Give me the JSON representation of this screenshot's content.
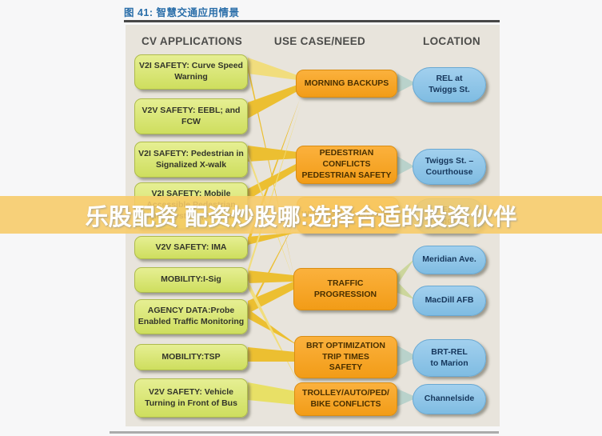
{
  "figure_caption": "图 41: 智慧交通应用情景",
  "columns": {
    "applications": "CV APPLICATIONS",
    "use_case": "USE CASE/NEED",
    "location": "LOCATION"
  },
  "applications": [
    {
      "label": "V2I SAFETY: Curve Speed\nWarning"
    },
    {
      "label": "V2V SAFETY: EEBL; and\nFCW"
    },
    {
      "label": "V2I SAFETY: Pedestrian in\nSignalized X-walk"
    },
    {
      "label": "V2I SAFETY: Mobile\nAccessible Pedestrian\nSignal System (PED-SIG)"
    },
    {
      "label": "V2V SAFETY: IMA"
    },
    {
      "label": "MOBILITY:I-Sig"
    },
    {
      "label": "AGENCY DATA:Probe\nEnabled Traffic Monitoring"
    },
    {
      "label": "MOBILITY:TSP"
    },
    {
      "label": "V2V SAFETY: Vehicle\nTurning in Front of Bus"
    }
  ],
  "use_cases": [
    {
      "label": "MORNING BACKUPS"
    },
    {
      "label": "PEDESTRIAN\nCONFLICTS\nPEDESTRIAN SAFETY"
    },
    {
      "label": "WRONG WAY ENTRIES"
    },
    {
      "label": "TRAFFIC\nPROGRESSION"
    },
    {
      "label": "BRT OPTIMIZATION\nTRIP TIMES\nSAFETY"
    },
    {
      "label": "TROLLEY/AUTO/PED/\nBIKE CONFLICTS"
    }
  ],
  "locations": [
    {
      "label": "REL at\nTwiggs St."
    },
    {
      "label": "Twiggs St. –\nCourthouse"
    },
    {
      "label": "REL at\nTwiggs St."
    },
    {
      "label": "Meridian Ave."
    },
    {
      "label": "MacDill AFB"
    },
    {
      "label": "BRT-REL\nto Marion"
    },
    {
      "label": "Channelside"
    }
  ],
  "edges": {
    "app_to_usecase": [
      [
        0,
        0
      ],
      [
        1,
        0
      ],
      [
        0,
        3
      ],
      [
        2,
        1
      ],
      [
        3,
        1
      ],
      [
        2,
        3
      ],
      [
        4,
        2
      ],
      [
        4,
        0
      ],
      [
        5,
        3
      ],
      [
        5,
        0
      ],
      [
        6,
        3
      ],
      [
        6,
        4
      ],
      [
        6,
        2
      ],
      [
        5,
        5
      ],
      [
        7,
        4
      ],
      [
        8,
        5
      ]
    ],
    "usecase_to_location": [
      [
        0,
        0
      ],
      [
        1,
        1
      ],
      [
        2,
        2
      ],
      [
        3,
        3
      ],
      [
        3,
        4
      ],
      [
        4,
        5
      ],
      [
        5,
        6
      ]
    ]
  },
  "watermark": {
    "text": "乐股配资 配资炒股哪:选择合适的投资伙伴"
  },
  "colors": {
    "panel_background": "#e8e4dc",
    "application_box": "#d7e676",
    "use_case_box": "#f6a527",
    "location_box": "#8fc5e9",
    "connector_gold": "#ecbf31",
    "connector_pale": "#f1dd7d",
    "connector_teal": "#b9d2cb",
    "connector_olive": "#ccd69c",
    "caption_blue": "#2a6ea9",
    "watermark_band": "#f7cb66",
    "watermark_text": "#ffffff"
  }
}
